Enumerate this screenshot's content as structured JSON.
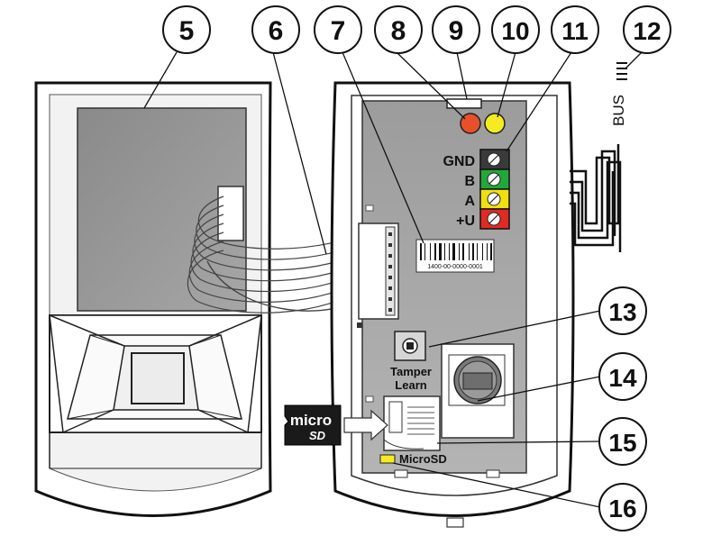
{
  "callouts": [
    "5",
    "6",
    "7",
    "8",
    "9",
    "10",
    "11",
    "12",
    "13",
    "14",
    "15",
    "16"
  ],
  "terminals": {
    "gnd": "GND",
    "b": "B",
    "a": "A",
    "u": "+U"
  },
  "terminal_colors": {
    "gnd": "#3a3a3a",
    "b": "#22a83a",
    "a": "#f0e010",
    "u": "#e02a24"
  },
  "led_colors": {
    "red": "#e8502a",
    "yellow": "#f4ec20"
  },
  "barcode_number": "1400-00-0000-0001",
  "tamper_label_1": "Tamper",
  "tamper_label_2": "Learn",
  "microsd_label": "MicroSD",
  "microsd_card_top": "micro",
  "microsd_card_bottom": "SD",
  "bus_label": "BUS"
}
